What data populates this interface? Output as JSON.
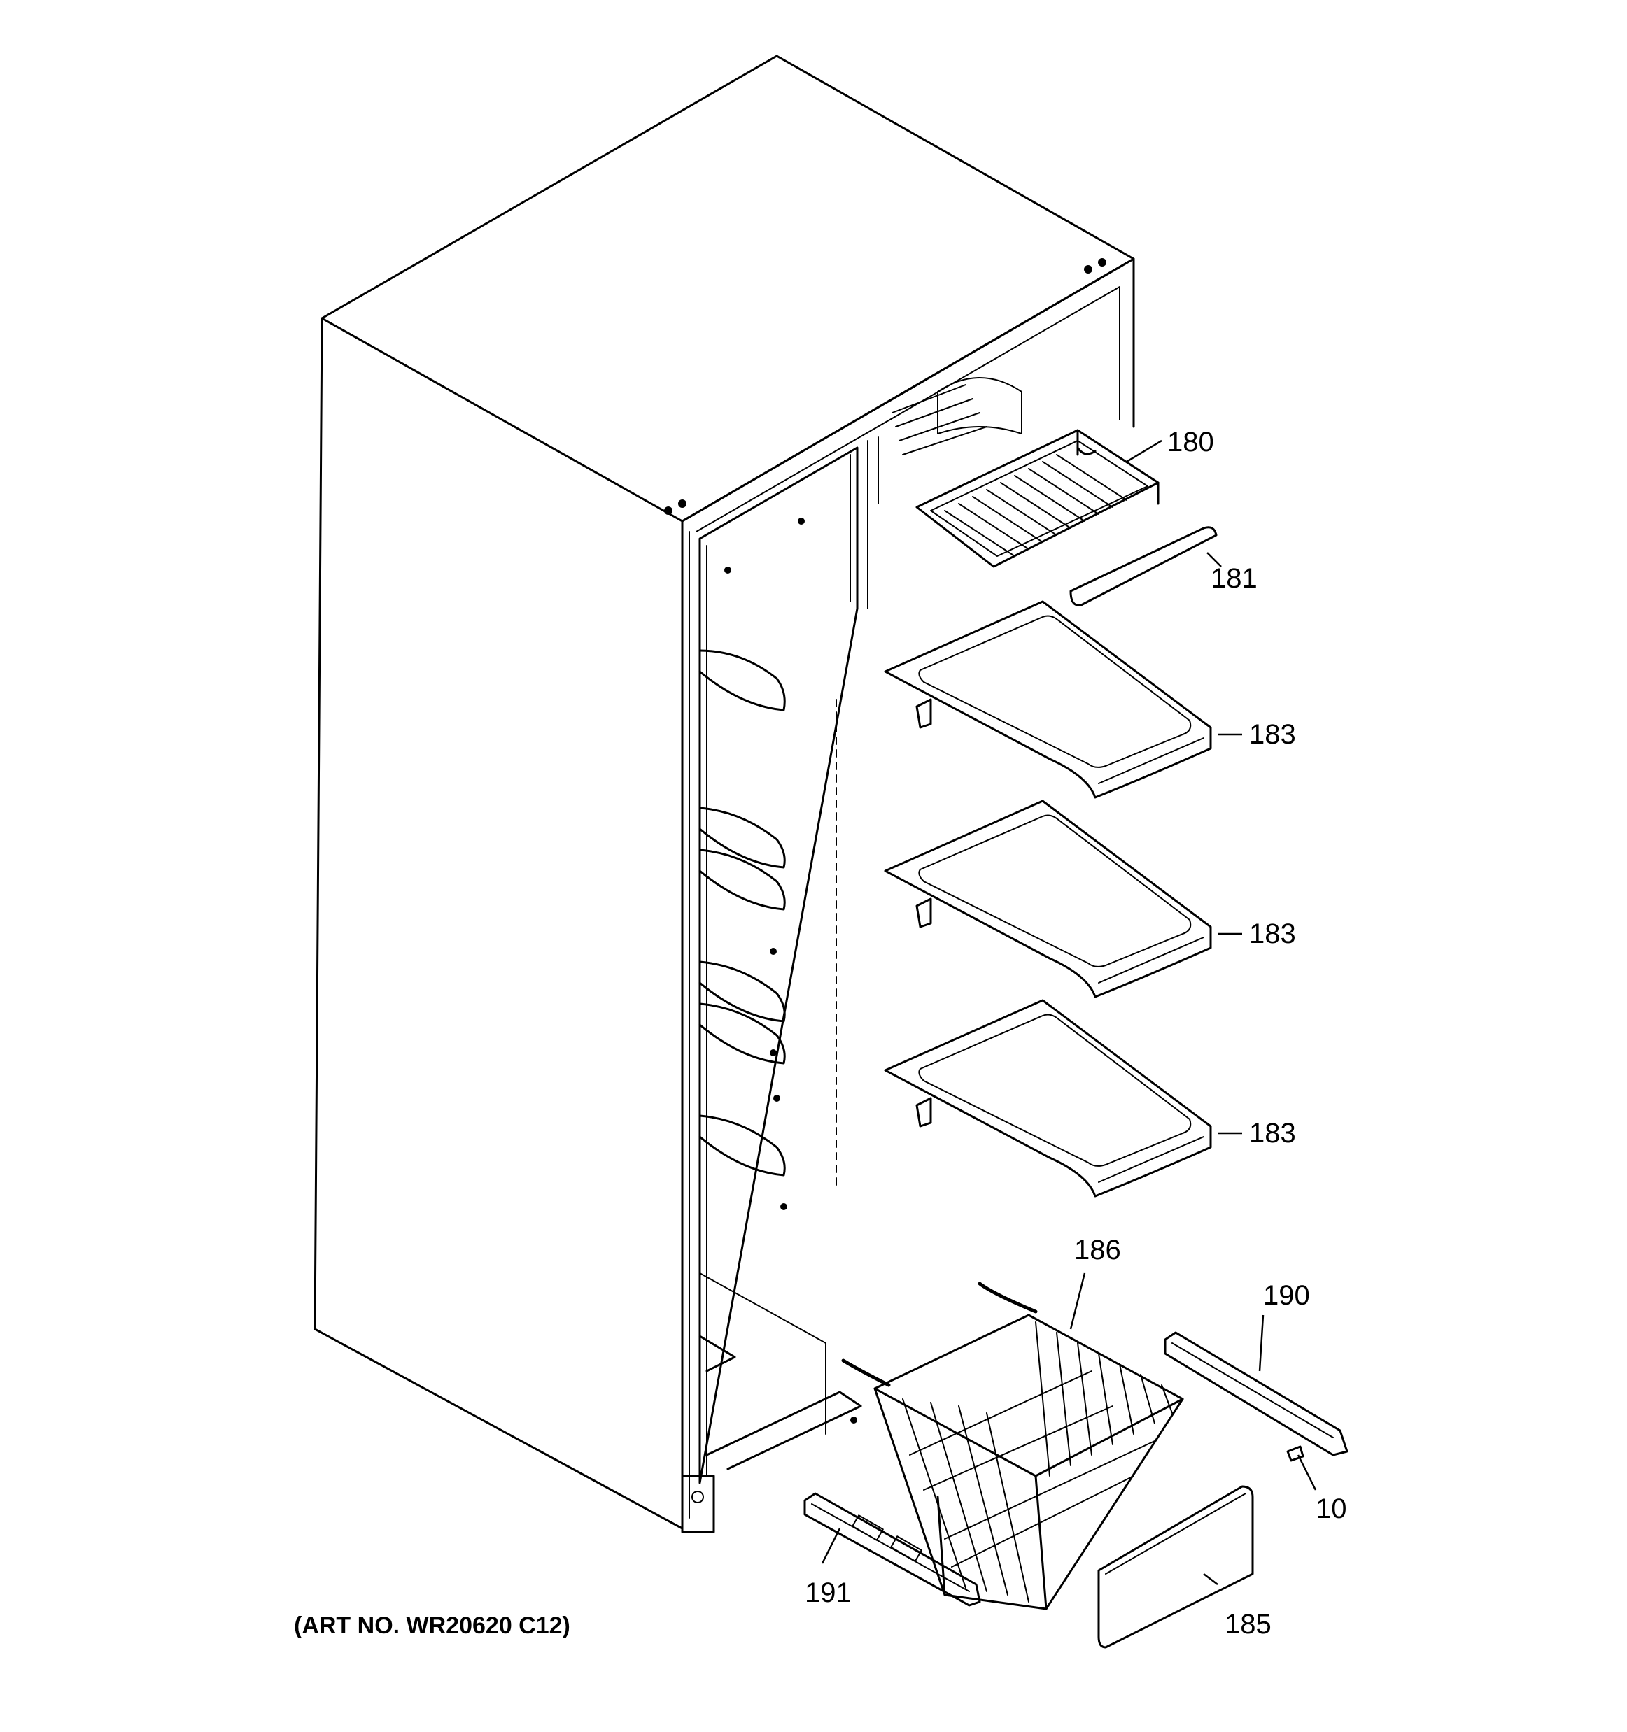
{
  "parts": {
    "p180": "180",
    "p181": "181",
    "p183a": "183",
    "p183b": "183",
    "p183c": "183",
    "p186": "186",
    "p190": "190",
    "p10": "10",
    "p191": "191",
    "p185": "185"
  },
  "art_number": "(ART NO. WR20620 C12)"
}
